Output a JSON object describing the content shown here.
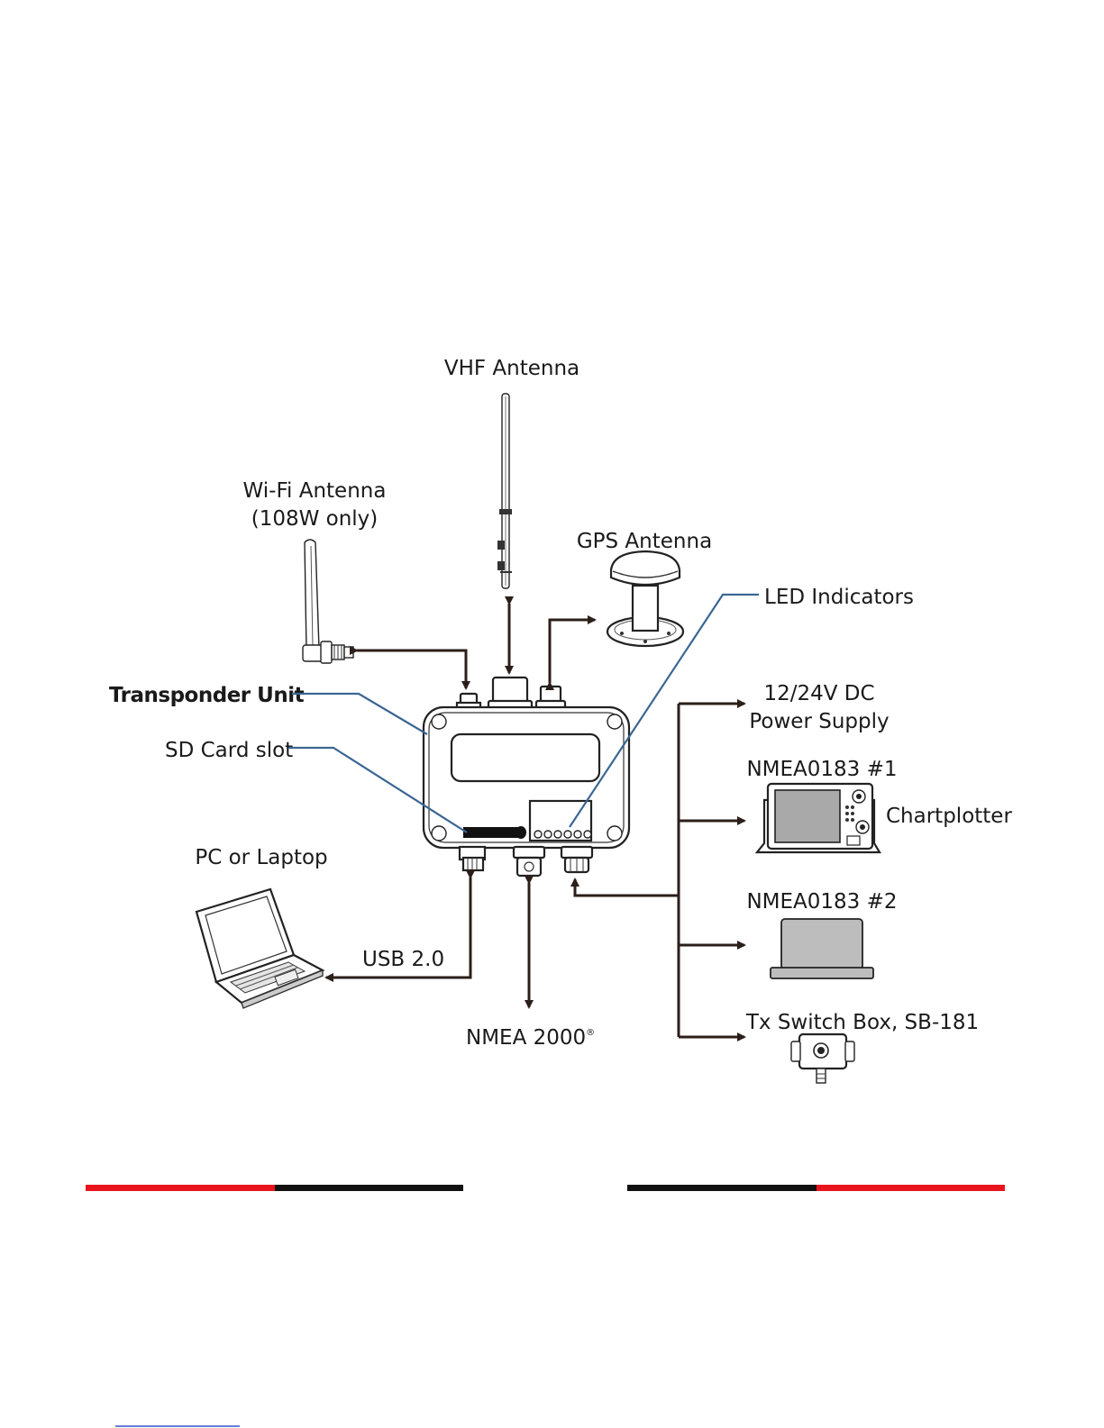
{
  "labels": {
    "vhf_antenna": "VHF Antenna",
    "wifi_antenna_line1": "Wi-Fi Antenna",
    "wifi_antenna_line2": "(108W only)",
    "gps_antenna": "GPS Antenna",
    "led_indicators": "LED Indicators",
    "transponder_unit": "Transponder Unit",
    "sd_card_slot": "SD Card slot",
    "pc_or_laptop": "PC or Laptop",
    "usb": "USB 2.0",
    "nmea2000": "NMEA 2000",
    "nmea2000_mark": "®",
    "power_line1": "12/24V DC",
    "power_line2": "Power Supply",
    "nmea0183_1": "NMEA0183 #1",
    "chartplotter": "Chartplotter",
    "nmea0183_2": "NMEA0183 #2",
    "tx_switch_box": "Tx Switch Box, SB-181"
  },
  "colors": {
    "arrow": "#2b1f1a",
    "leader_line": "#3b6694",
    "footer_red": "#e8141c",
    "footer_black": "#111111",
    "bottom_link": "#3355cc"
  }
}
